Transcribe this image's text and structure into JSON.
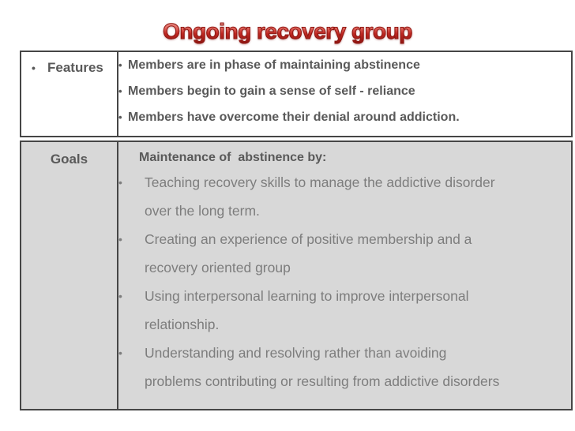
{
  "glyphs": {
    "bullet": "•"
  },
  "slide": {
    "title": "Ongoing recovery group",
    "colors": {
      "title_red": "#b8241f",
      "title_outline": "#8e1914",
      "border_gray": "#464646",
      "features_text_gray": "#595959",
      "goals_bg_gray": "#d8d8d8",
      "goals_text_gray": "#7d7d7d"
    }
  },
  "table": {
    "rows": [
      {
        "label": "Features",
        "items": [
          "Members are in phase of maintaining abstinence",
          "Members begin to gain a sense of self - reliance",
          "Members have overcome their denial around addiction."
        ]
      },
      {
        "label": "Goals",
        "heading": "Maintenance of  abstinence by:",
        "items": [
          "Teaching recovery skills to manage the addictive disorder\nover the long term.",
          "Creating an experience of positive membership and a\nrecovery oriented group",
          "Using interpersonal learning to improve interpersonal\nrelationship.",
          "Understanding and resolving rather than avoiding\nproblems contributing or resulting from addictive disorders"
        ]
      }
    ]
  }
}
